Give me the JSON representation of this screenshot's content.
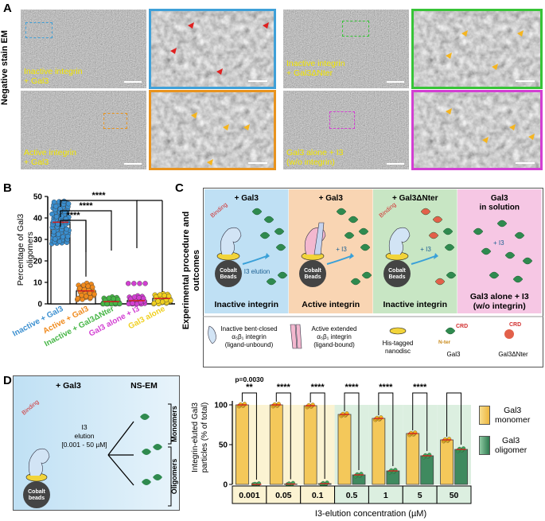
{
  "panelA": {
    "letter": "A",
    "side_label": "Negative stain EM",
    "labels": {
      "tl": "Inactive integrin\n+ Gal3",
      "bl": "Active integrin\n+ Gal3",
      "tr": "Inactive integrin\n+ Gal3ΔNter",
      "br": "Gal3 alone + I3\n(w/o integrin)"
    },
    "frame_colors": {
      "tl": "#3fa0d8",
      "bl": "#e8931e",
      "tr": "#37c437",
      "br": "#d23fd2"
    }
  },
  "panelB": {
    "letter": "B",
    "sig_labels": [
      "****",
      "****",
      "****"
    ],
    "chart_data": {
      "type": "bar",
      "categories": [
        "Inactive + Gal3",
        "Active + Gal3",
        "Inactive + Gal3ΔNter",
        "Gal3 alone + I3",
        "Gal3 alone"
      ],
      "values": [
        38,
        6,
        1,
        1.5,
        2.5
      ],
      "colors": [
        "#3a8fd0",
        "#f08a1c",
        "#46b646",
        "#d23fd2",
        "#f0d020"
      ],
      "ylabel": "Percentage of Gal3\noligomers",
      "ylim": [
        0,
        50
      ],
      "yticks": [
        0,
        10,
        20,
        30,
        40,
        50
      ]
    }
  },
  "panelC": {
    "letter": "C",
    "side_label": "Experimental procedure and\noutcomes",
    "boxes": [
      {
        "title": "+ Gal3",
        "footer": "Inactive integrin",
        "color": "#bfe0f4"
      },
      {
        "title": "+ Gal3",
        "footer": "Active integrin",
        "color": "#f9d5b3"
      },
      {
        "title": "+ Gal3ΔNter",
        "footer": "Inactive integrin",
        "color": "#c8e6c4"
      },
      {
        "title": "Gal3\nin solution",
        "footer": "Gal3 alone + I3\n(w/o integrin)",
        "color": "#f6c7e4"
      }
    ],
    "binding": "Binding",
    "i3": "+ I3",
    "i3_elution": "I3 elution",
    "cobalt": "Cobalt\nBeads",
    "legend": [
      "Inactive bent-closed\nα₅β₁ integrin\n(ligand-unbound)",
      "Active extended\nα₅β₁ integrin\n(ligand-bound)",
      "His-tagged\nnanodisc",
      "Gal3",
      "Gal3ΔNter"
    ],
    "crd": "CRD",
    "nter": "N-ter"
  },
  "panelD": {
    "letter": "D",
    "schematic": {
      "title": "+ Gal3",
      "nsem": "NS-EM",
      "binding": "Binding",
      "i3": "I3\nelution\n[0.001 - 50 µM]",
      "monomers": "Monomers",
      "oligomers": "Oligomers",
      "cobalt": "Cobalt\nbeads"
    },
    "pvalue": "p=0.0030",
    "sig_labels": [
      "**",
      "****",
      "****",
      "****",
      "****",
      "****"
    ],
    "legend": [
      "Gal3\nmonomer",
      "Gal3\noligomer"
    ],
    "chart_data": {
      "type": "bar",
      "categories": [
        "0.001",
        "0.05",
        "0.1",
        "0.5",
        "1",
        "5",
        "50"
      ],
      "series": [
        {
          "name": "Gal3 monomer",
          "values": [
            100,
            100,
            99,
            88,
            83,
            64,
            56
          ],
          "color": "#f4c85a"
        },
        {
          "name": "Gal3 oligomer",
          "values": [
            0,
            0.5,
            1,
            12,
            17,
            36,
            44
          ],
          "color": "#3f8a5f"
        }
      ],
      "ylabel": "Integrin-eluted Gal3\nparticles (% of total)",
      "xlabel": "I3-elution concentration (µM)",
      "ylim": [
        0,
        100
      ],
      "yticks": [
        0,
        50,
        100
      ]
    }
  }
}
